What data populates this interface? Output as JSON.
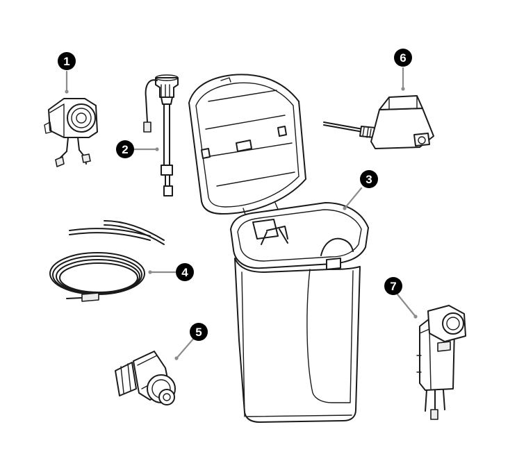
{
  "callouts": [
    {
      "id": "1",
      "label": "1"
    },
    {
      "id": "2",
      "label": "2"
    },
    {
      "id": "3",
      "label": "3"
    },
    {
      "id": "4",
      "label": "4"
    },
    {
      "id": "5",
      "label": "5"
    },
    {
      "id": "6",
      "label": "6"
    },
    {
      "id": "7",
      "label": "7"
    }
  ],
  "colors": {
    "line": "#1a1a1a",
    "leader": "#8c8c8c",
    "badge": "#000000",
    "badge_text": "#ffffff"
  },
  "parts_icons": [
    "pump-head-icon",
    "suction-lance-icon",
    "tank-icon",
    "tubing-icon",
    "injection-valve-icon",
    "transformer-icon",
    "pump-unit-icon"
  ]
}
